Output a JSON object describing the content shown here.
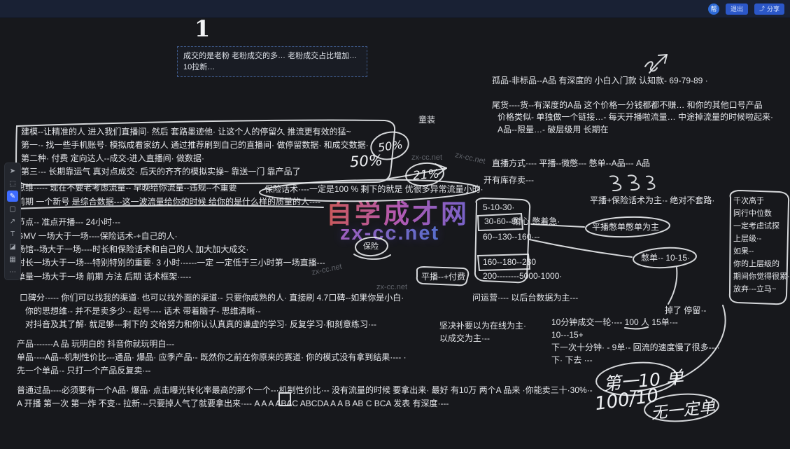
{
  "topbar": {
    "badge": "帮",
    "logout_label": "退出",
    "share_label": "分享"
  },
  "toolbar": {
    "tools": [
      {
        "name": "select",
        "glyph": "➤"
      },
      {
        "name": "lasso",
        "glyph": "⬚"
      },
      {
        "name": "pen",
        "glyph": "✎"
      },
      {
        "name": "shape",
        "glyph": "▢"
      },
      {
        "name": "arrow",
        "glyph": "↗"
      },
      {
        "name": "text",
        "glyph": "T"
      },
      {
        "name": "eraser",
        "glyph": "◪"
      },
      {
        "name": "image",
        "glyph": "▦"
      },
      {
        "name": "more",
        "glyph": "⋯"
      }
    ]
  },
  "canvas": {
    "numeral": "1",
    "dashed_note": {
      "line1": "成交的是老粉 老粉成交的多…  老粉成交占比增加…",
      "line2": "10拉新…"
    },
    "notes": {
      "n01": "孤品-非标品--A品  有深度的 小白入门款 认知款- 69-79-89 ·",
      "n02": "尾货----货--有深度的A品  这个价格一分钱都都不赚… 和你的其他口号产品",
      "n03": "价格类似- 单独做一个链接…- 每天开播啦流量… 中途掉流量的时候啦起来·",
      "n04": "A品--限量…-  破层级用 长期在",
      "n05": "童装",
      "n06": "建模--让精准的人 进入我们直播间· 然后 套路墨迹他· 让这个人的停留久 推流更有效的猛~",
      "n07": "第一·-  找一些手机账号· 模拟成看家纺人 通过推荐刷到自己的直播间·  做停留数据· 和成交数据·",
      "n08": "第二种·  付费  定向达人--成交-进入直播间· 做数据·",
      "n09": "第三·--  长期靠运气 真对点成交·  后天的齐齐的模拟实操~ 靠送一门 靠产品了",
      "n10": "思维·---- 现在不要老考虑流量-- 早晚给你流量--违规--不重要",
      "n11": "保险话术·---一定是100 % 剩下的就是 优很多异常流量小的·",
      "n12": "前期 一个新号 是综合数据---这一波流量给你的时候  给你的是什么样的质量的人----",
      "n13": "节点·- 准点开播--- 24小时·--",
      "n14": "GMV 一场大于一场----保险话术-+自己的人·",
      "n15": "场馆--场大于一场----时长和保险话术和自己的人 加大加大成交·",
      "n16": "时长一场大于一场---特别特别的重要·  3 小时·-----一定  一定低于三小时第一场直播---",
      "n17": "单量一场大于一场  前期 方法 后期 话术框架·----",
      "n18": "耐心 憋着急·",
      "n19": "保险",
      "n20": "口碑分·---- 你们可以找我的渠道· 也可以找外面的渠道·- 只要你成熟的人· 直接刷 4.7口碑--如果你是小白·",
      "n21": "你的思想维·-  并不是卖多少·- 起号---- 话术 带着脑子- 思维清晰·-",
      "n22": "对抖音及其了解· 就足够---剩下的 交给努力和你认认真真的谦虚的学习· 反复学习·和刻意练习·--",
      "n23": "产品·------A 品  玩明白的     抖音你就玩明白---",
      "n24": "单品·---A品--机制性价比---通品· 爆品·   应季产品·- 既然你之前在你原来的赛道· 你的模式没有拿到结果·--- ·",
      "n25": "先一个单品·-    只打一个产品反复卖·--",
      "n26": "普通过品----必须要有一个A品· 爆品·  点击曝光转化率最高的那个一个--·机制性价比·--  没有流量的时候 要拿出来· 最好 有10万 两个A 品来 ·你能卖三十·30%·-",
      "n27": "A 开播 第一次 第一炸 不变·- 拉新·--只要掉人气了就要拿出来·--- A A A    ABAC   ABCDA  A A B  AB C BCA 发表  有深度·---",
      "n28": "直播方式·--- 平播--微憋--- 憋单--A品---   A品",
      "n29": "开有库存卖---",
      "n30": "平播+保险话术为主·-  绝对不套路·",
      "n31": "5-10-30·",
      "n32": "30-60--80",
      "n33": "60--130--160·--",
      "n34": "160--180--230",
      "n35": "200--------5000-1000·",
      "n36": "平播憋单憋单为主",
      "n37": "憋单·- 10-15·",
      "n38": "平播--+付费",
      "n39": "问运营·--- 以后台数据为主---",
      "n40": "坚决补要以为在线为主·",
      "n41": "以成交为主·--",
      "n42": "10分钟成交一轮·--- 100 人  15单·--",
      "n43": "10---15+",
      "n44": "下一次十分钟· - 9单·- 回流的速度慢了很多---·",
      "n45": "下·  下去 ·--",
      "n46": "千次高于",
      "n47": "同行中位数",
      "n48": "一定考虑试探",
      "n49": "上层级·-",
      "n50": "如果--",
      "n51": "你的上层级的",
      "n52": "期间你觉得很累·",
      "n53": "放弃·--立马~",
      "n54": "掉了 停留·-"
    },
    "hand": {
      "pct50a": "50%",
      "pct50b": "50%",
      "pct21": "21%",
      "hw1": "第一10 单",
      "hw2": "100/10",
      "hw3": "无一定单"
    },
    "watermark": {
      "brand": "自学成才网",
      "site": "zx-cc.net",
      "tile": "zx-cc.net"
    }
  }
}
